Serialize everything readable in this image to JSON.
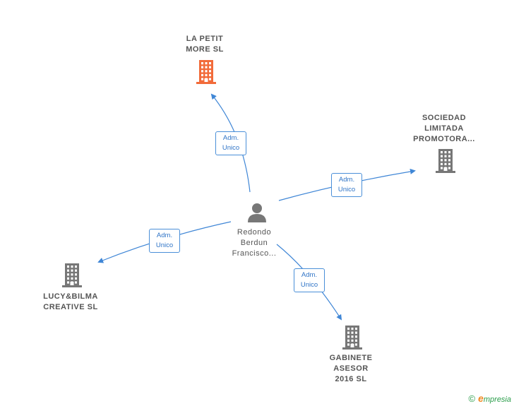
{
  "center": {
    "name_lines": [
      "Redondo",
      "Berdun",
      "Francisco..."
    ],
    "icon": "person-icon",
    "color": "#777777"
  },
  "companies": [
    {
      "id": "la-petit-more",
      "name_lines": [
        "LA PETIT",
        "MORE  SL"
      ],
      "highlight": true
    },
    {
      "id": "sociedad-limitada",
      "name_lines": [
        "SOCIEDAD",
        "LIMITADA",
        "PROMOTORA..."
      ],
      "highlight": false
    },
    {
      "id": "lucy-bilma",
      "name_lines": [
        "LUCY&BILMA",
        "CREATIVE  SL"
      ],
      "highlight": false
    },
    {
      "id": "gabinete-asesor",
      "name_lines": [
        "GABINETE",
        "ASESOR",
        "2016  SL"
      ],
      "highlight": false
    }
  ],
  "roles": [
    {
      "target": "la-petit-more",
      "lines": [
        "Adm.",
        "Unico"
      ]
    },
    {
      "target": "sociedad-limitada",
      "lines": [
        "Adm.",
        "Unico"
      ]
    },
    {
      "target": "lucy-bilma",
      "lines": [
        "Adm.",
        "Unico"
      ]
    },
    {
      "target": "gabinete-asesor",
      "lines": [
        "Adm.",
        "Unico"
      ]
    }
  ],
  "colors": {
    "edge": "#3f86d6",
    "building": "#777777",
    "building_highlight": "#f26b3a"
  },
  "footer": {
    "copyright_symbol": "©",
    "brand_initial": "e",
    "brand_rest": "mpresia"
  }
}
